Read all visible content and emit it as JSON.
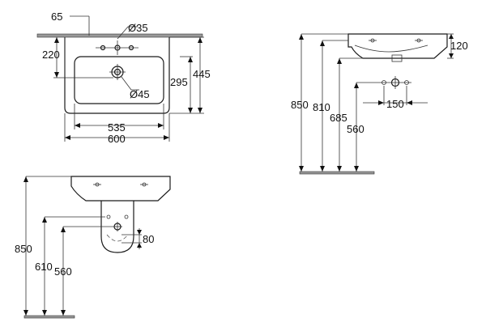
{
  "drawing": {
    "front_view": {
      "dims": {
        "d65": "65",
        "d35": "Ø35",
        "d220": "220",
        "d445": "445",
        "d295": "295",
        "d45": "Ø45",
        "d535": "535",
        "d600": "600"
      }
    },
    "side_view": {
      "dims": {
        "d120": "120",
        "d850": "850",
        "d810": "810",
        "d685": "685",
        "d560": "560",
        "d150": "150"
      }
    },
    "pedestal_view": {
      "dims": {
        "d850": "850",
        "d610": "610",
        "d560": "560",
        "d80": "80"
      }
    }
  }
}
